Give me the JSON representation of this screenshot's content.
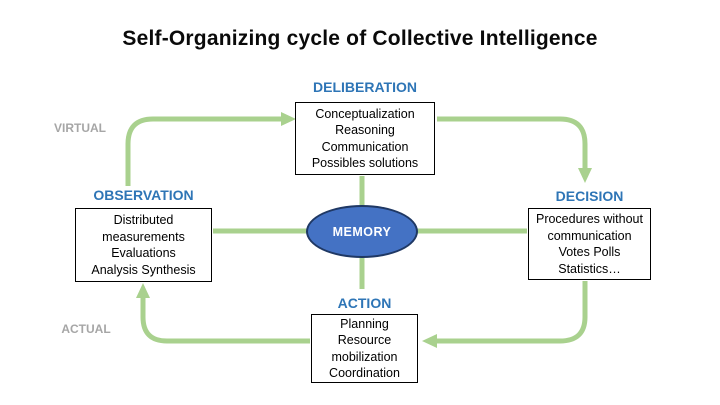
{
  "title": "Self-Organizing cycle of Collective Intelligence",
  "layers": {
    "virtual_label": "VIRTUAL",
    "actual_label": "ACTUAL"
  },
  "center": {
    "label": "MEMORY"
  },
  "nodes": [
    {
      "id": "deliberation",
      "label": "DELIBERATION",
      "lines": [
        "Conceptualization",
        "Reasoning",
        "Communication",
        "Possibles solutions"
      ]
    },
    {
      "id": "decision",
      "label": "DECISION",
      "lines": [
        "Procedures without",
        "communication",
        "Votes Polls",
        "Statistics…"
      ]
    },
    {
      "id": "action",
      "label": "ACTION",
      "lines": [
        "Planning",
        "Resource",
        "mobilization",
        "Coordination"
      ]
    },
    {
      "id": "observation",
      "label": "OBSERVATION",
      "lines": [
        "Distributed",
        "measurements",
        "Evaluations",
        "Analysis Synthesis"
      ]
    }
  ],
  "flow_cycle": [
    "observation → deliberation",
    "deliberation → decision",
    "decision → action",
    "action → observation"
  ],
  "memory_links": [
    "deliberation",
    "decision",
    "action",
    "observation"
  ],
  "colors": {
    "arrow_green": "#a9d18e",
    "heading_blue": "#2e75b6",
    "memory_fill": "#4472c4",
    "memory_border": "#1f3864",
    "layer_gray": "#a6a6a6",
    "box_border": "#000000",
    "title_text": "#0a0a0a",
    "background": "#ffffff"
  }
}
